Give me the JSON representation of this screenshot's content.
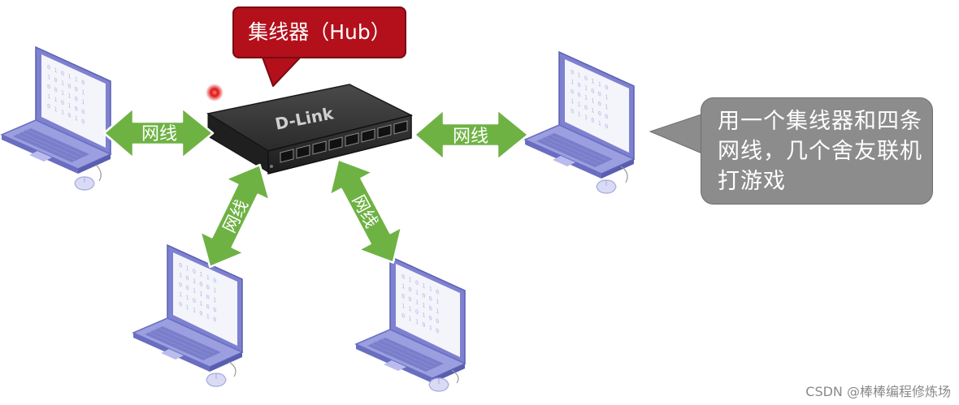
{
  "hub": {
    "label": "集线器（Hub）",
    "brand": "D-Link"
  },
  "cables": {
    "left_label": "网线",
    "right_label": "网线",
    "bottom_left_label": "网线",
    "bottom_right_label": "网线"
  },
  "callout": {
    "text": "用一个集线器和四条网线，几个舍友联机打游戏"
  },
  "watermark": "CSDN @棒棒编程修炼场",
  "colors": {
    "arrow_fill": "#6fb244",
    "arrow_stroke": "#ffffff",
    "hub_label_bg": "#b3101b",
    "callout_bg": "#8c8c8c",
    "laptop_body": "#8b8fd6",
    "laptop_screen": "#f4f4fb",
    "hub_body": "#2f2f2f"
  },
  "icons": [
    "laptop-icon",
    "network-switch-icon",
    "mouse-icon",
    "red-pointer-dot"
  ]
}
